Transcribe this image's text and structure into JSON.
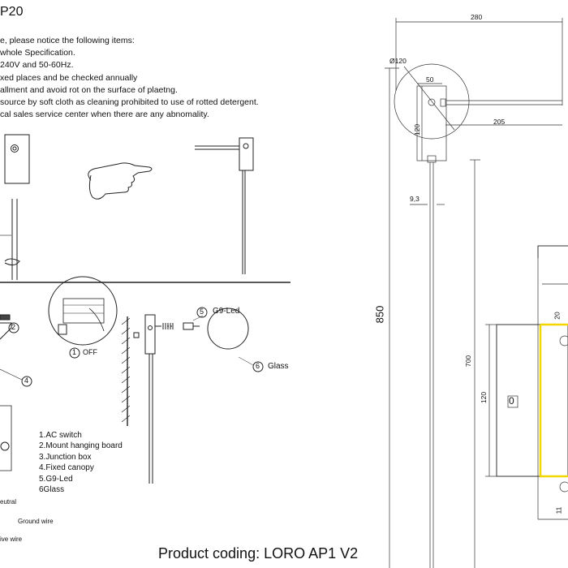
{
  "header": {
    "title": "P20"
  },
  "instructions": [
    "e, please notice the following items:",
    "whole Specification.",
    "240V and 50-60Hz.",
    "xed places and be checked annually",
    "allment and avoid rot on the surface of plaetng.",
    "source by soft cloth as cleaning prohibited to use of rotted detergent.",
    "cal sales service center when there are any abnomality."
  ],
  "parts_list": [
    "1.AC switch",
    "2.Mount hanging board",
    "3.Junction box",
    "4.Fixed canopy",
    "5.G9-Led",
    "6Glass"
  ],
  "callouts": {
    "c2": "2",
    "c4": "4",
    "c1_off": "OFF",
    "c5_label": "G9-Led",
    "c6_label": "Glass",
    "n1": "1",
    "n5": "5",
    "n6": "6"
  },
  "wires": {
    "neutral": "eutral",
    "ground": "Ground wire",
    "live": "ive wire"
  },
  "dimensions": {
    "width_total": "280",
    "diameter": "Ø120",
    "offset_50": "50",
    "arm_length": "205",
    "canopy_height": "120",
    "rod_diameter": "9,3",
    "total_height": "850",
    "rod_length": "700",
    "box_height": "120",
    "d20": "20",
    "d11": "11",
    "box_symbol": "0"
  },
  "footer": {
    "product_coding": "Product coding: LORO AP1 V2"
  }
}
